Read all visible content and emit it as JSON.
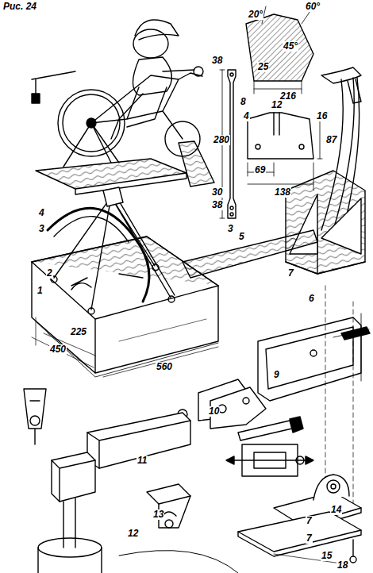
{
  "diagram": {
    "labels": [
      "Рис. 24",
      "38",
      "280",
      "30",
      "38",
      "3",
      "20°",
      "60°",
      "45°",
      "25",
      "216",
      "8",
      "4",
      "12",
      "16",
      "87",
      "69",
      "138",
      "4",
      "3",
      "2",
      "1",
      "5",
      "6",
      "7",
      "225",
      "450",
      "560",
      "9",
      "10",
      "11",
      "12",
      "13",
      "14",
      "7",
      "7",
      "15",
      "18"
    ]
  }
}
